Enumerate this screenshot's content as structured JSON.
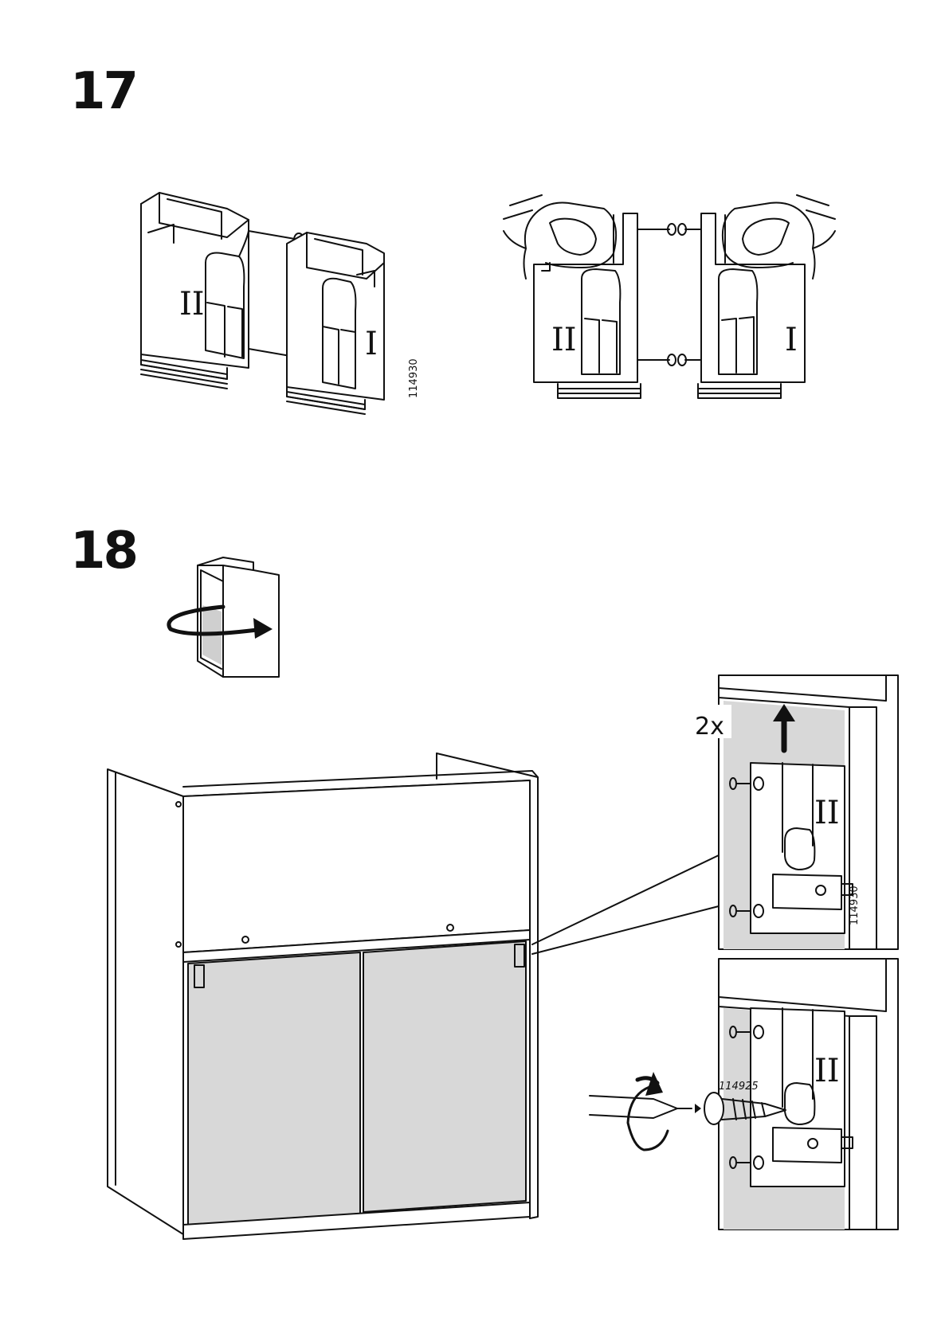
{
  "steps": [
    {
      "number": "17"
    },
    {
      "number": "18"
    }
  ],
  "step17": {
    "part_code_left": "114930",
    "roman_left_part": "II",
    "roman_right_part": "I",
    "roman_fingers_left": "II",
    "roman_fingers_right": "I"
  },
  "step18": {
    "quantity": "2x",
    "part_code_detail": "114930",
    "screw_code": "114925",
    "roman_detail_top": "II",
    "roman_detail_bottom": "II"
  },
  "colors": {
    "line": "#111111",
    "panel_fill": "#d8d8d8",
    "background": "#ffffff"
  }
}
